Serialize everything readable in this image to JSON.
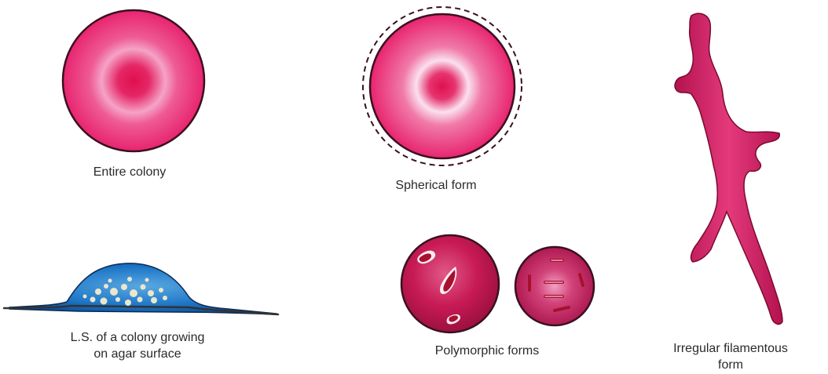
{
  "figure": {
    "captions": {
      "entire_colony": "Entire colony",
      "spherical_form": "Spherical form",
      "ls_colony_line1": "L.S. of a colony growing",
      "ls_colony_line2": "on agar surface",
      "polymorphic_forms": "Polymorphic forms",
      "irregular_line1": "Irregular filamentous",
      "irregular_line2": "form"
    },
    "colors": {
      "colony_magenta": "#e8246f",
      "colony_center": "#e0104f",
      "colony_ring_light": "#f7a7c9",
      "outline_dark": "#3a1020",
      "polymorph_fill": "#c81a55",
      "polymorph_inclusion": "#a81030",
      "agar_colony_blue": "#1f78c8",
      "agar_colony_speckle": "#e8e2c8",
      "agar_surface_line": "#333333"
    }
  }
}
